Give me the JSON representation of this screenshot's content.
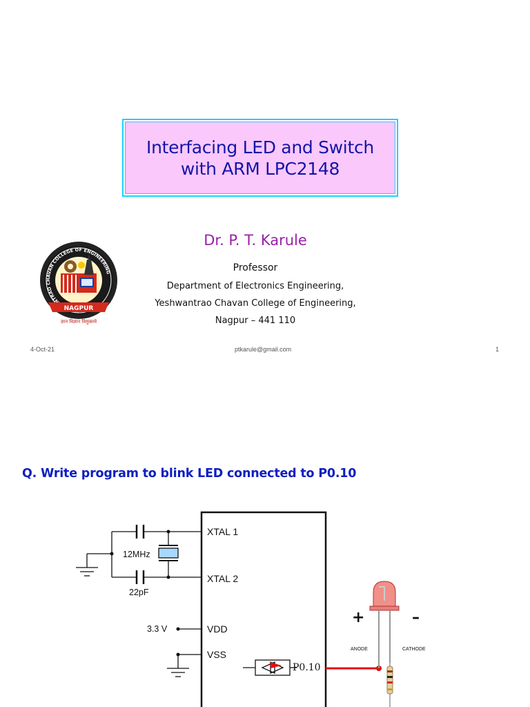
{
  "slide1": {
    "title_line1": "Interfacing LED and Switch",
    "title_line2": "with ARM LPC2148",
    "author": "Dr. P. T. Karule",
    "position": "Professor",
    "department": "Department of Electronics Engineering,",
    "college": "Yeshwantrao Chavan College of Engineering,",
    "city": "Nagpur – 441 110",
    "logo": {
      "ring_text": "YESHWANTRAO CHAVAN COLLEGE OF ENGINEERING",
      "banner_text": "NAGPUR",
      "motto": "ज्ञान विज्ञान विमुक्तये"
    },
    "footer": {
      "date": "4-Oct-21",
      "email": "ptkarule@gmail.com",
      "page": "1"
    }
  },
  "slide2": {
    "question": "Q. Write program to blink LED connected to P0.10",
    "schematic": {
      "crystal_label": "12MHz",
      "capacitor_label": "22pF",
      "supply_label": "3.3 V",
      "pins": [
        "XTAL 1",
        "XTAL 2",
        "VDD",
        "VSS"
      ],
      "port_pin": "P0.10",
      "led_plus": "+",
      "led_minus": "–",
      "anode": "ANODE",
      "cathode": "CATHODE"
    }
  },
  "colors": {
    "title_bg": "#fbc8fb",
    "title_border": "#19d0ff",
    "title_text": "#1515a8",
    "author_text": "#9a1fa8",
    "question_text": "#0f1fc0",
    "wire_red": "#e01010"
  }
}
